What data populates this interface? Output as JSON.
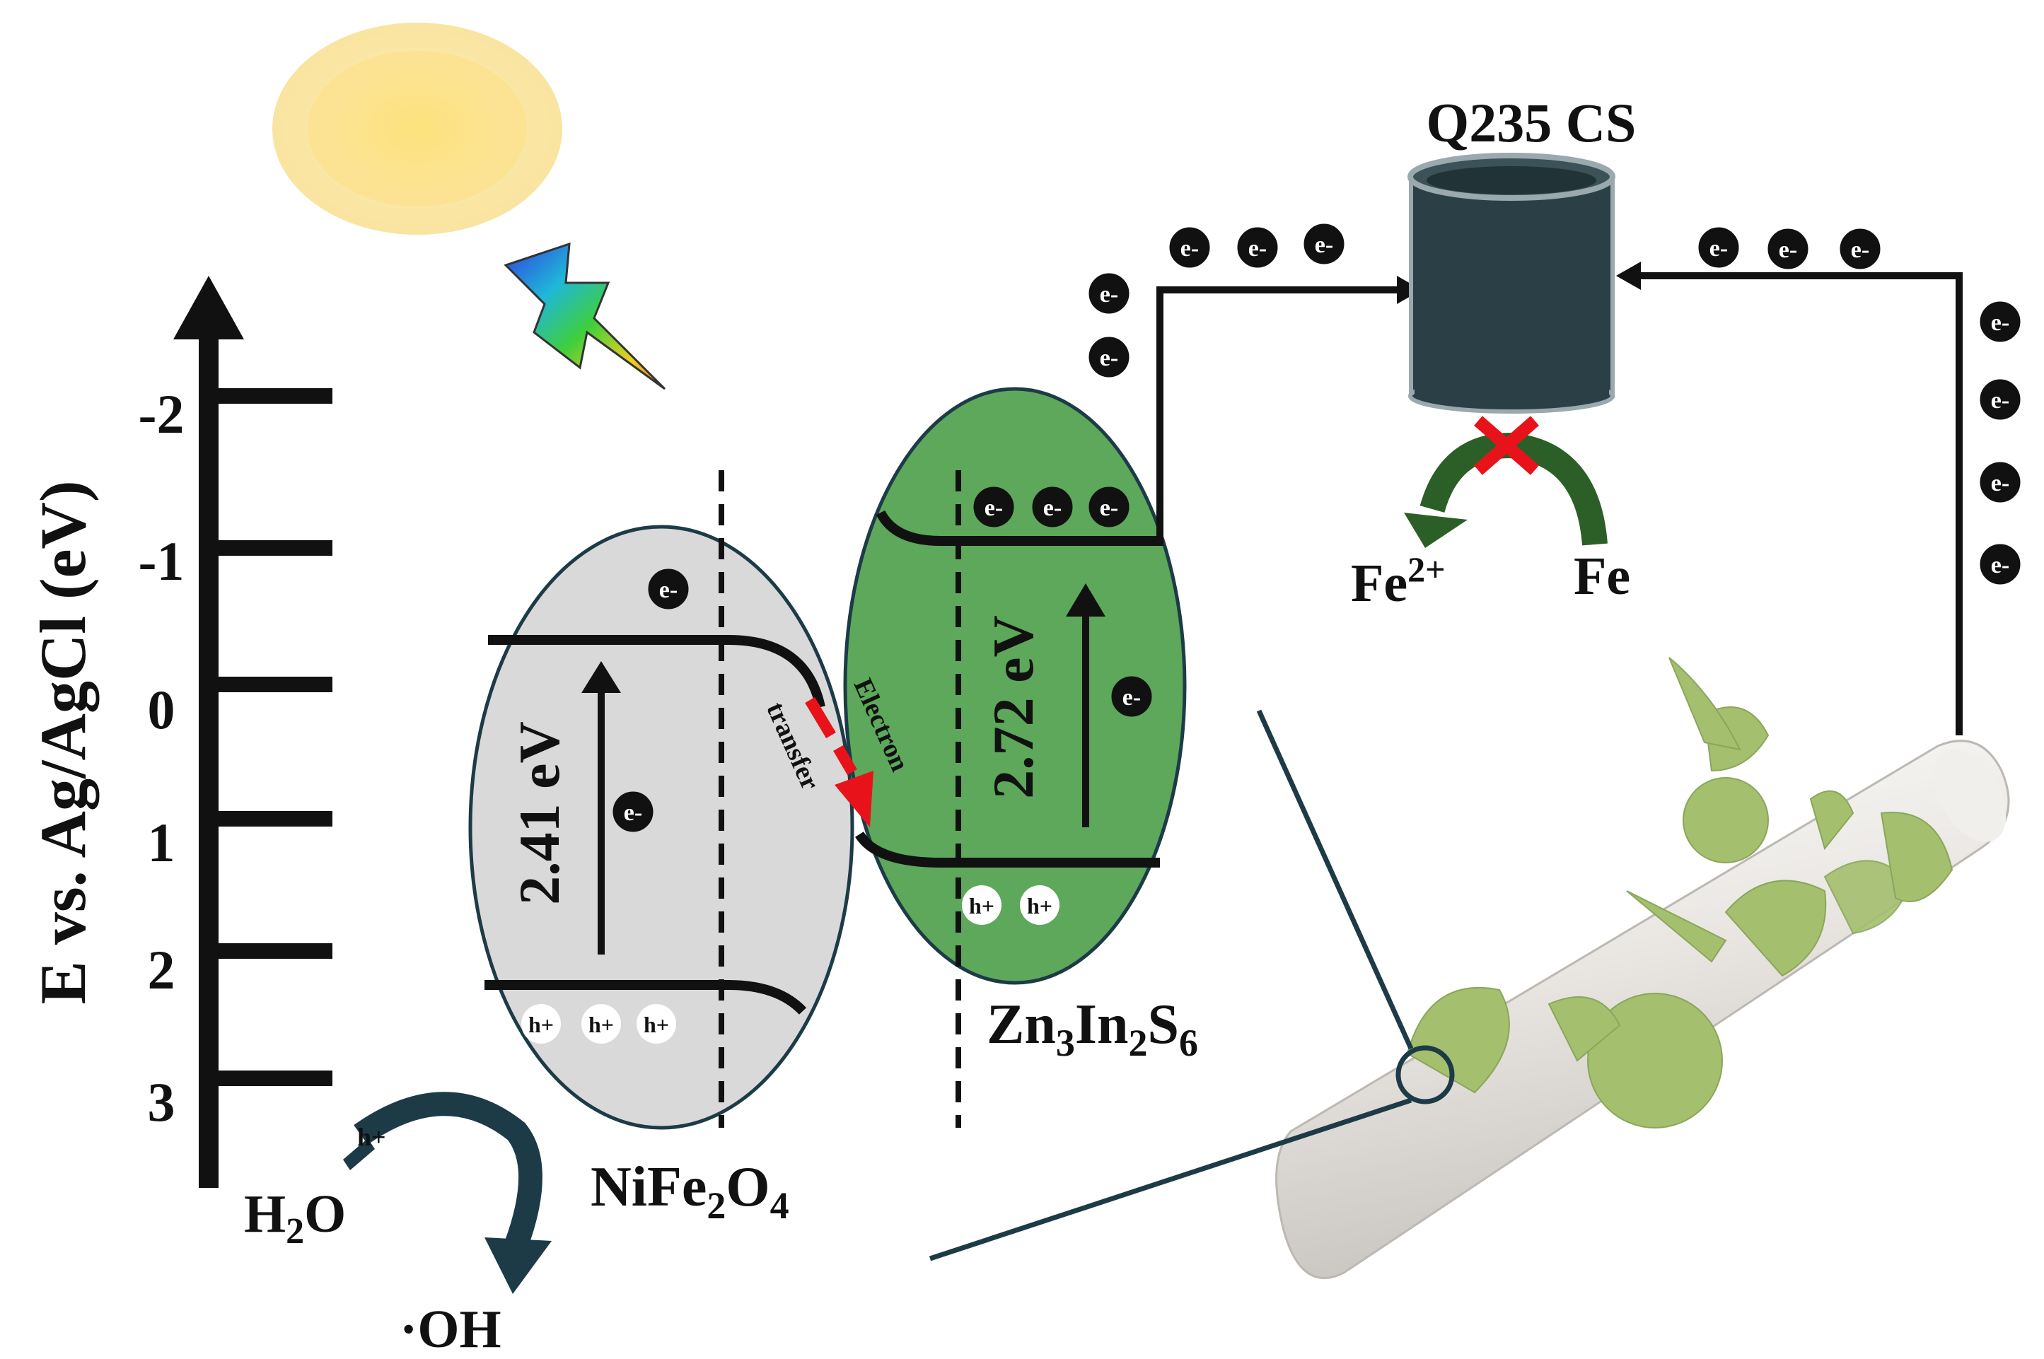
{
  "axis": {
    "label": "E vs. Ag/AgCl (eV)",
    "ticks": [
      "-2",
      "-1",
      "0",
      "1",
      "2",
      "3"
    ]
  },
  "nife2o4": {
    "name_base": "NiFe",
    "name_sub1": "2",
    "name_mid": "O",
    "name_sub2": "4",
    "bandgap": "2.41 eV",
    "electron": "e-",
    "holes": [
      "h+",
      "h+",
      "h+"
    ],
    "color": "#d9d9d9"
  },
  "zn3in2s6": {
    "p1": "Zn",
    "s1": "3",
    "p2": "In",
    "s2": "2",
    "p3": "S",
    "s3": "6",
    "bandgap": "2.72 eV",
    "electron": "e-",
    "holes": [
      "h+",
      "h+"
    ],
    "color": "#5da85a"
  },
  "transfer": {
    "line1": "Electron",
    "line2": "transfer"
  },
  "water": {
    "hole": "h+",
    "reactant_h": "H",
    "reactant_sub": "2",
    "reactant_o": "O",
    "product": "·OH"
  },
  "steel": {
    "label": "Q235 CS",
    "ion_base": "Fe",
    "ion_charge": "2+",
    "metal": "Fe"
  },
  "electron_label": "e-",
  "colors": {
    "dark_teal": "#1d3b47",
    "red": "#e8131a",
    "green_arrow": "#2b5f27",
    "leaf": "#a4bf6e"
  }
}
